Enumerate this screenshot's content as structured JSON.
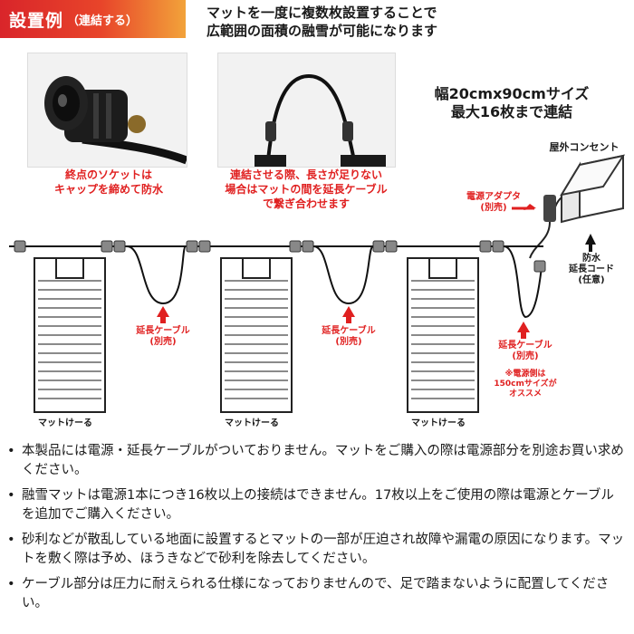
{
  "header": {
    "badge_main": "設置例",
    "badge_sub": "（連結する）",
    "headline_line1": "マットを一度に複数枚設置することで",
    "headline_line2": "広範囲の面積の融雪が可能になります"
  },
  "specs": {
    "line1": "幅20cmx90cmサイズ",
    "line2": "最大16枚まで連結"
  },
  "captions": {
    "socket_line1": "終点のソケットは",
    "socket_line2": "キャップを締めて防水",
    "extend_line1": "連結させる際、長さが足りない",
    "extend_line2": "場合はマットの間を延長ケーブル",
    "extend_line3": "で繋ぎ合わせます"
  },
  "diagram": {
    "outlet_label": "屋外コンセント",
    "adapter_line1": "電源アダプタ",
    "adapter_line2": "(別売)",
    "cord_line1": "防水",
    "cord_line2": "延長コード",
    "cord_line3": "(任意)",
    "cable_line1": "延長ケーブル",
    "cable_line2": "(別売)",
    "cable_right_line1": "延長ケーブル",
    "cable_right_line2": "(別売)",
    "recommend_line1": "※電源側は",
    "recommend_line2": "150cmサイズが",
    "recommend_line3": "オススメ",
    "mat_label": "マットけーる"
  },
  "notes": [
    "本製品には電源・延長ケーブルがついておりません。マットをご購入の際は電源部分を別途お買い求めください。",
    "融雪マットは電源1本につき16枚以上の接続はできません。17枚以上をご使用の際は電源とケーブルを追加でご購入ください。",
    "砂利などが散乱している地面に設置するとマットの一部が圧迫され故障や漏電の原因になります。マットを敷く際は予め、ほうきなどで砂利を除去してください。",
    "ケーブル部分は圧力に耐えられる仕様になっておりませんので、足で踏まないように配置してください。"
  ],
  "colors": {
    "accent_red": "#e02020",
    "badge_start": "#d9252a",
    "badge_end": "#f2a33a"
  }
}
